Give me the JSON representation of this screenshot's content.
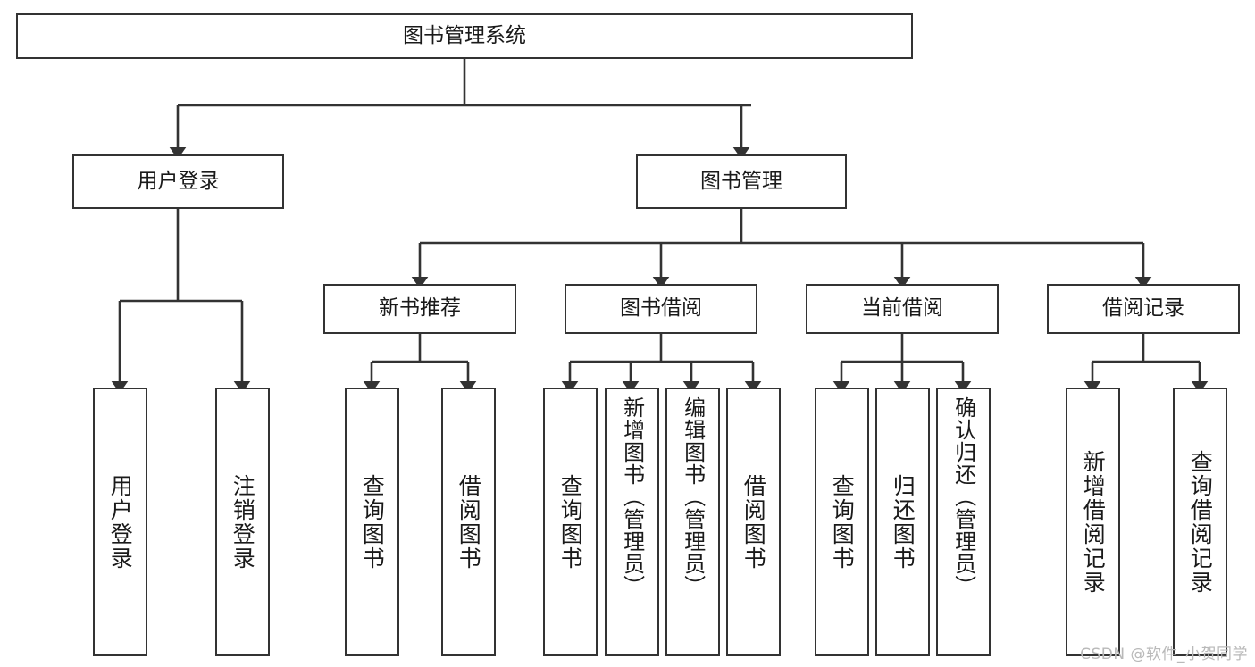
{
  "diagram": {
    "type": "hierarchy-tree",
    "title": "图书管理系统",
    "watermark": "CSDN @软件_小贺同学",
    "colors": {
      "box_border": "#333333",
      "box_fill": "#ffffff",
      "edge": "#333333",
      "text": "#1a1a1a",
      "watermark": "#b9b9b9",
      "background": "#ffffff"
    },
    "levels": {
      "root": {
        "label": "图书管理系统"
      },
      "level2": [
        {
          "id": "user-login",
          "label": "用户登录"
        },
        {
          "id": "book-management",
          "label": "图书管理"
        }
      ],
      "level3": [
        {
          "id": "new-book-recommend",
          "label": "新书推荐"
        },
        {
          "id": "book-borrow",
          "label": "图书借阅"
        },
        {
          "id": "current-borrow",
          "label": "当前借阅"
        },
        {
          "id": "borrow-record",
          "label": "借阅记录"
        }
      ],
      "leaves": {
        "user_login": [
          {
            "id": "leaf-user-login",
            "label": "用户登录"
          },
          {
            "id": "leaf-logout-login",
            "label": "注销登录"
          }
        ],
        "new_book_recommend": [
          {
            "id": "leaf-query-book-1",
            "label": "查询图书"
          },
          {
            "id": "leaf-borrow-book-1",
            "label": "借阅图书"
          }
        ],
        "book_borrow": [
          {
            "id": "leaf-query-book-2",
            "label": "查询图书"
          },
          {
            "id": "leaf-add-book-admin",
            "label": "新增图书（管理员）"
          },
          {
            "id": "leaf-edit-book-admin",
            "label": "编辑图书（管理员）"
          },
          {
            "id": "leaf-borrow-book-2",
            "label": "借阅图书"
          }
        ],
        "current_borrow": [
          {
            "id": "leaf-query-book-3",
            "label": "查询图书"
          },
          {
            "id": "leaf-return-book",
            "label": "归还图书"
          },
          {
            "id": "leaf-confirm-return-admin",
            "label": "确认归还（管理员）"
          }
        ],
        "borrow_record": [
          {
            "id": "leaf-add-borrow-record",
            "label": "新增借阅记录"
          },
          {
            "id": "leaf-query-borrow-record",
            "label": "查询借阅记录"
          }
        ]
      }
    }
  }
}
